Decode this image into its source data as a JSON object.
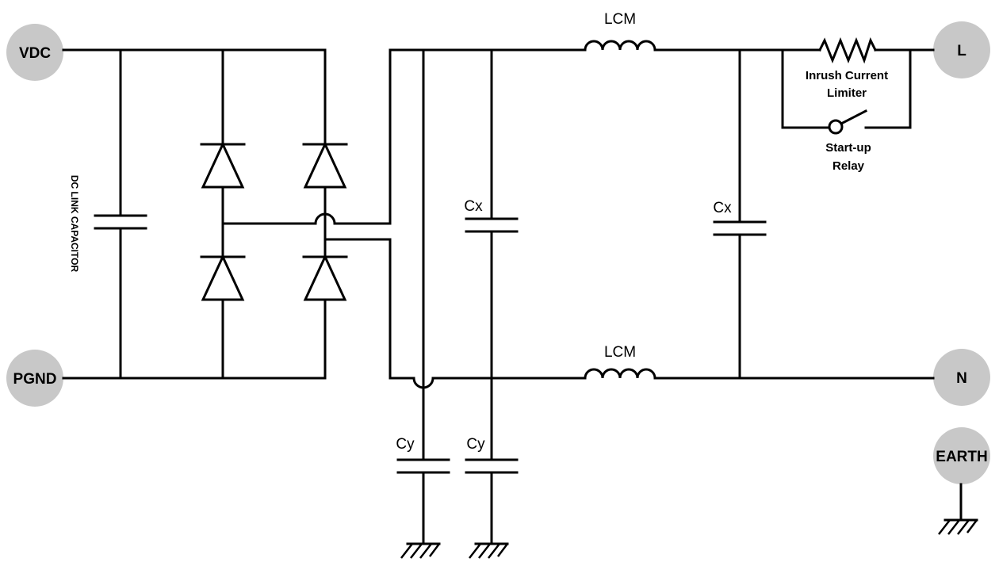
{
  "nodes": {
    "vdc": "VDC",
    "pgnd": "PGND",
    "l": "L",
    "n": "N",
    "earth": "EARTH"
  },
  "labels": {
    "dc_link_capacitor": "DC LINK CAPACITOR",
    "cx_left": "Cx",
    "cx_right": "Cx",
    "cy_left": "Cy",
    "cy_right": "Cy",
    "lcm_top": "LCM",
    "lcm_bottom": "LCM",
    "inrush_line1": "Inrush Current",
    "inrush_line2": "Limiter",
    "relay_line1": "Start-up",
    "relay_line2": "Relay"
  },
  "colors": {
    "wire": "#000000",
    "node_fill": "#c8c8c8",
    "background": "#ffffff"
  }
}
